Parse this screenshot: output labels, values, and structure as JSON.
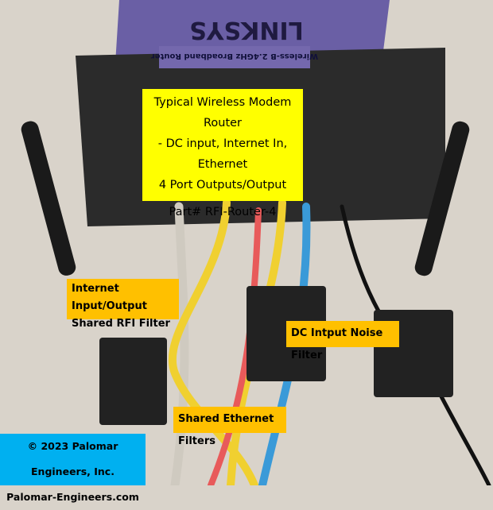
{
  "photo": {
    "subject": "router-with-rfi-filters",
    "brand_logo_text": "LINKSYS",
    "model_text": "Wireless-B 2.4GHz Broadband Router",
    "colors": {
      "router_top": "#6a5fa5",
      "router_body": "#2b2b2b",
      "carpet": "#d9d3ca",
      "cable_yellow": "#f0d030",
      "cable_blue": "#3a9ad8",
      "cable_red": "#e85a5a",
      "cable_grey": "#cfcac0"
    }
  },
  "labels": {
    "main": {
      "line1": "Typical Wireless Modem Router",
      "line2": "- DC input, Internet In, Ethernet",
      "line3": "4 Port Outputs/Output",
      "part": "Part# RFI-Router-4",
      "color": "#ffff00"
    },
    "internet": {
      "line1": "Internet Input/Output",
      "line2": "Shared RFI Filter",
      "color": "#ffc000"
    },
    "dc": {
      "text": "DC Intput Noise Filter",
      "color": "#ffc000"
    },
    "ethernet": {
      "text": "Shared Ethernet Filters",
      "color": "#ffc000"
    }
  },
  "footer": {
    "copyright": "© 2023 Palomar Engineers, Inc.",
    "website": "Palomar-Engineers.com",
    "color": "#00b0f0"
  }
}
